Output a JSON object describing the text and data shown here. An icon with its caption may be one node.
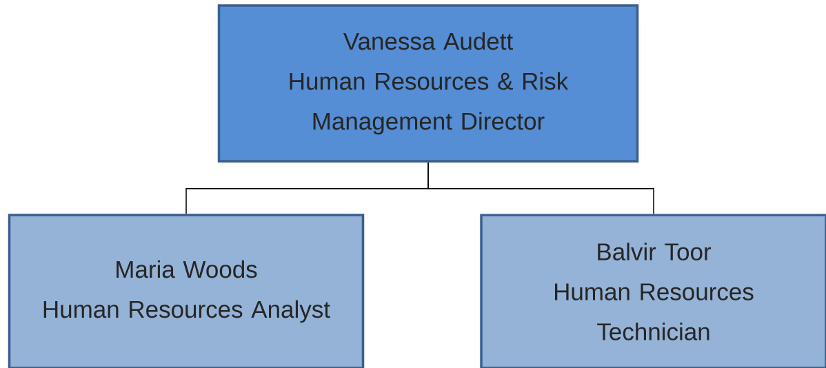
{
  "diagram": {
    "nodes": [
      {
        "text": [
          "Vanessa Audett",
          "Human Resources & Risk Management Director"
        ]
      },
      {
        "text": [
          "Maria Woods",
          "Human Resources Analyst"
        ]
      },
      {
        "text": [
          "Balvir Toor",
          "Human Resources Technician"
        ]
      }
    ],
    "edges": [
      {
        "from": 0,
        "to": 1,
        "arrow": "none"
      },
      {
        "from": 0,
        "to": 2,
        "arrow": "none"
      }
    ]
  }
}
